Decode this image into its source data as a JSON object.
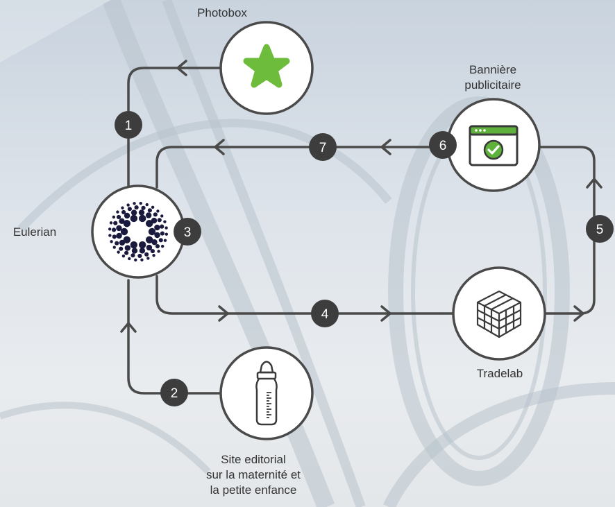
{
  "nodes": {
    "photobox": "Photobox",
    "banniere": [
      "Bannière",
      "publicitaire"
    ],
    "eulerian": "Eulerian",
    "tradelab": "Tradelab",
    "site": [
      "Site editorial",
      "sur la maternité et",
      "la petite enfance"
    ]
  },
  "steps": [
    "1",
    "2",
    "3",
    "4",
    "5",
    "6",
    "7"
  ],
  "colors": {
    "line": "#4a4a4a",
    "badge": "#3d3d3d",
    "photobox_green": "#6ebc3b",
    "banniere_green": "#5eb13a",
    "eulerian_dots": "#1a1a3e"
  },
  "icons": {
    "photobox": "star-icon",
    "banniere": "browser-check-icon",
    "eulerian": "dot-circle-icon",
    "tradelab": "cube-icon",
    "site": "baby-bottle-icon"
  }
}
